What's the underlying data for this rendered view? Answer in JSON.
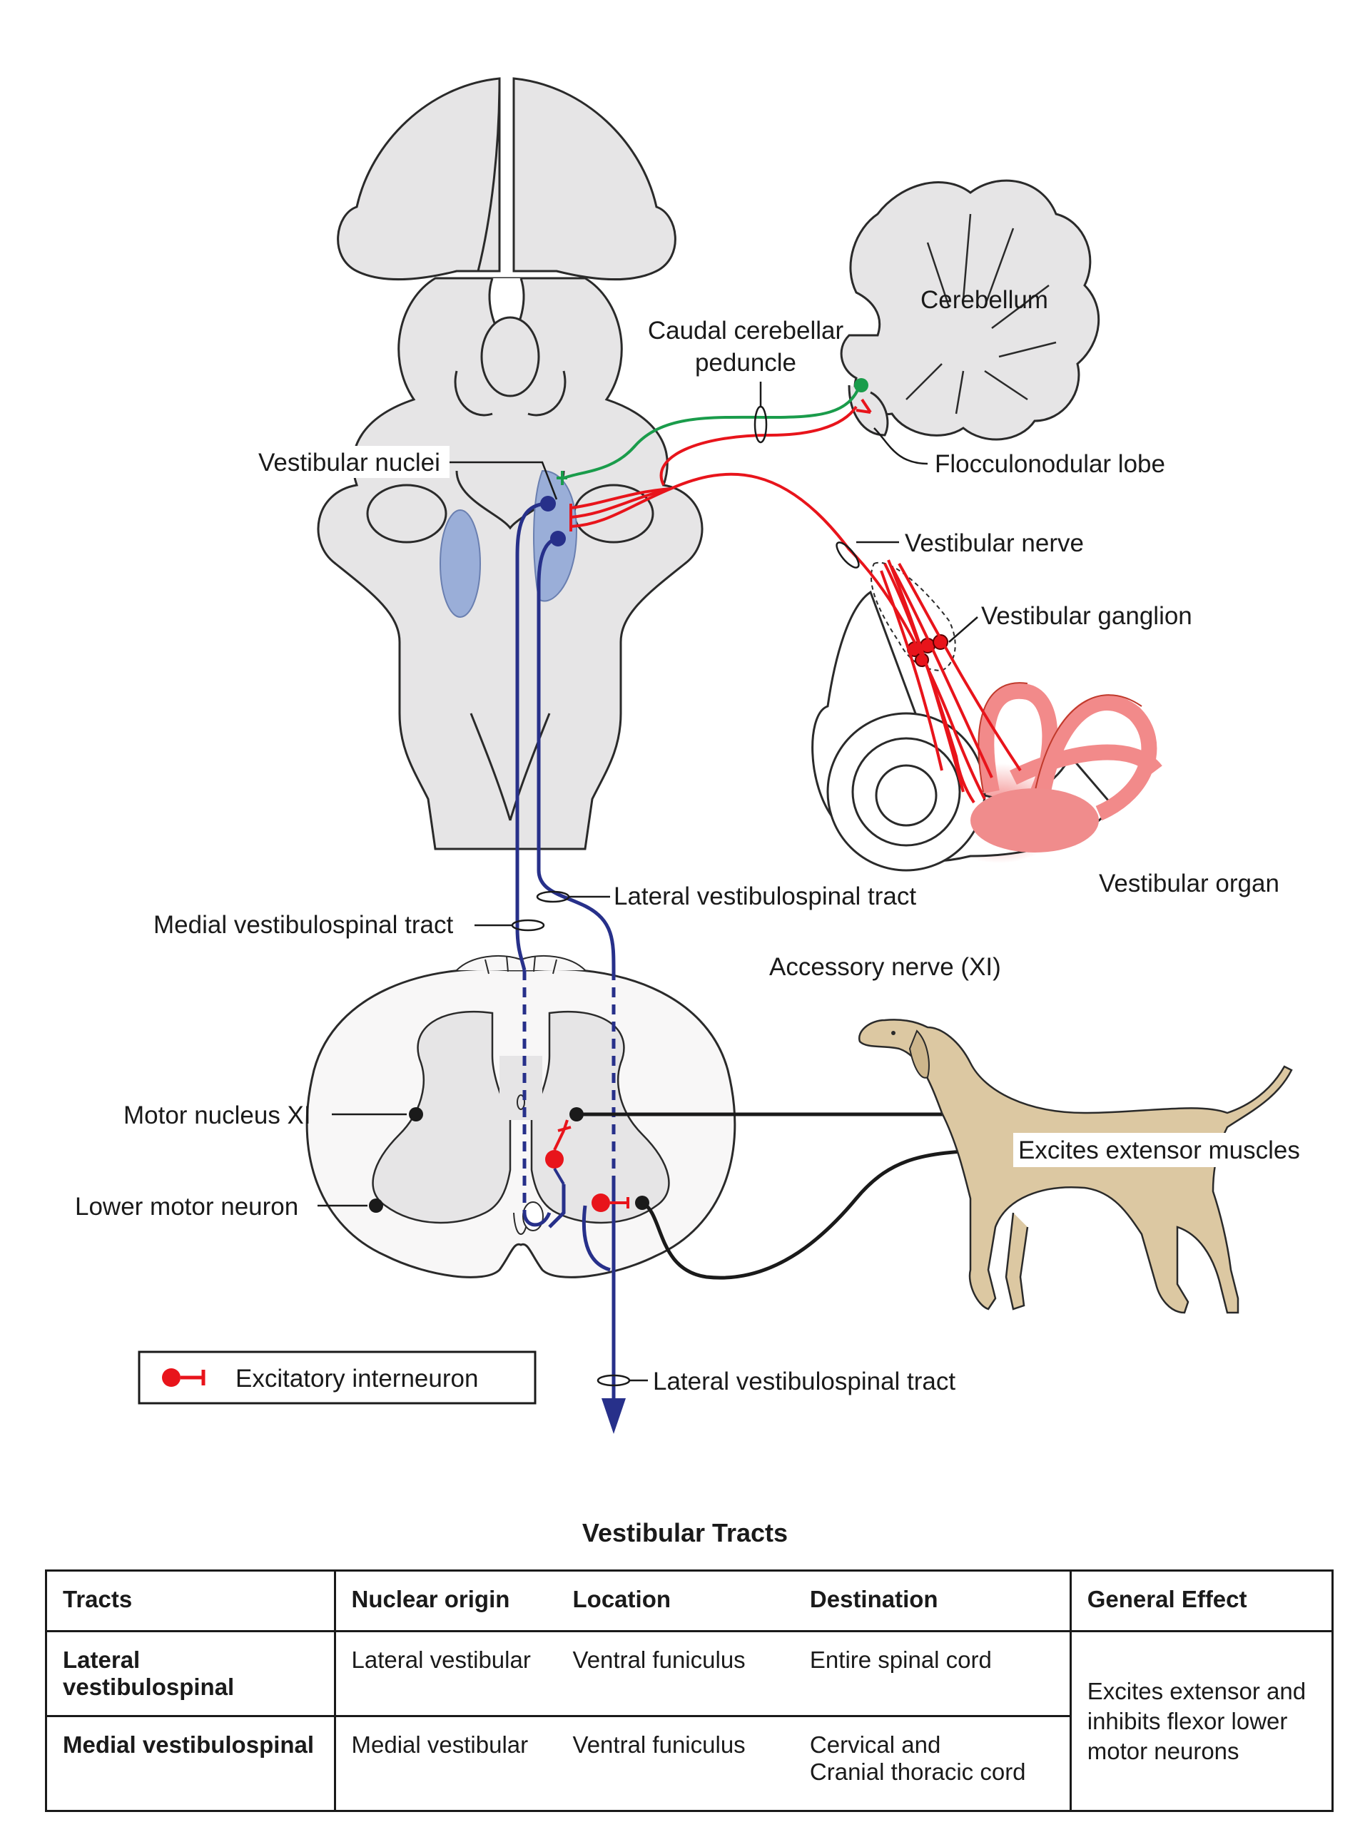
{
  "figure": {
    "labels": {
      "cerebellum": "Cerebellum",
      "caudal_peduncle_line1": "Caudal cerebellar",
      "caudal_peduncle_line2": "peduncle",
      "vestibular_nuclei": "Vestibular nuclei",
      "flocculonodular_lobe": "Flocculonodular lobe",
      "vestibular_nerve": "Vestibular nerve",
      "vestibular_ganglion": "Vestibular ganglion",
      "vestibular_organ": "Vestibular organ",
      "lateral_tract_top": "Lateral vestibulospinal tract",
      "medial_tract": "Medial vestibulospinal tract",
      "accessory_nerve": "Accessory nerve (XI)",
      "motor_nucleus": "Motor nucleus XI",
      "lower_motor_neuron": "Lower motor neuron",
      "excites_extensor": "Excites extensor muscles",
      "lateral_tract_bottom": "Lateral vestibulospinal tract"
    },
    "legend": {
      "label": "Excitatory interneuron",
      "symbol_color": "#e8141b"
    },
    "colors": {
      "tract_blue": "#27308a",
      "afferent_red": "#e8141b",
      "cerebellar_green": "#1a9c4b",
      "tissue_gray": "#e6e5e6",
      "nuclei_blue": "#9aaed8",
      "organ_pink": "#f08080",
      "dog_tan": "#dcc8a2"
    }
  },
  "table": {
    "title": "Vestibular Tracts",
    "headers": [
      "Tracts",
      "Nuclear origin",
      "Location",
      "Destination",
      "General Effect"
    ],
    "rows": [
      {
        "tract": "Lateral vestibulospinal",
        "origin": "Lateral vestibular",
        "location": "Ventral funiculus",
        "destination": "Entire spinal cord"
      },
      {
        "tract": "Medial vestibulospinal",
        "origin": "Medial vestibular",
        "location": "Ventral funiculus",
        "destination_line1": "Cervical and",
        "destination_line2": "Cranial thoracic cord"
      }
    ],
    "general_effect_line1": "Excites extensor and",
    "general_effect_line2": "inhibits flexor lower",
    "general_effect_line3": "motor neurons"
  }
}
